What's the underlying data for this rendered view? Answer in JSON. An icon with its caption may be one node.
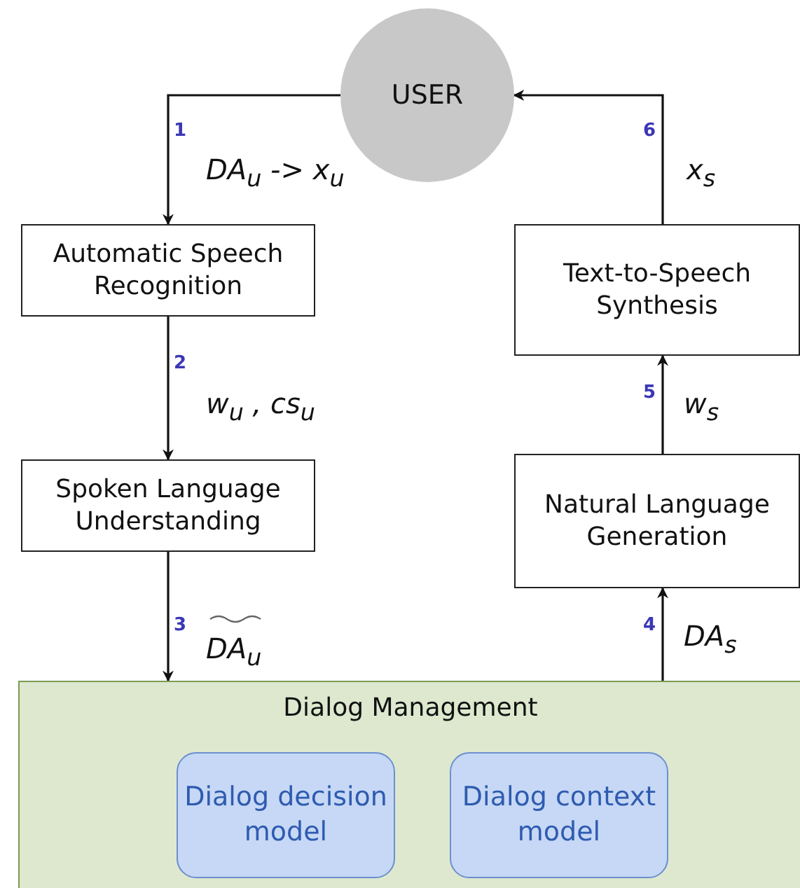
{
  "diagram": {
    "nodes": [
      {
        "text": [
          "USER"
        ]
      },
      {
        "text": [
          "Automatic Speech Recognition"
        ]
      },
      {
        "text": [
          "Spoken Language Understanding"
        ]
      },
      {
        "text": [
          "Dialog Management"
        ]
      },
      {
        "text": [
          "Dialog decision model"
        ],
        "in": 3
      },
      {
        "text": [
          "Dialog context model"
        ],
        "in": 3
      },
      {
        "text": [
          "Natural Language Generation"
        ]
      },
      {
        "text": [
          "Text-to-Speech Synthesis"
        ]
      }
    ],
    "edges": [
      {
        "from": 0,
        "to": 1,
        "arrow": "to",
        "label": "DA$_{u}$ -> x$_{u}$"
      },
      {
        "from": 1,
        "to": 2,
        "arrow": "to",
        "label": "w$_{u}$ , cs$_{u}$"
      },
      {
        "from": 2,
        "to": 3,
        "arrow": "to",
        "label": "DA$_{u}$"
      },
      {
        "from": 3,
        "to": 6,
        "arrow": "to",
        "label": "DA$_{s}$"
      },
      {
        "from": 6,
        "to": 7,
        "arrow": "to",
        "label": "w$_{s}$"
      },
      {
        "from": 7,
        "to": 0,
        "arrow": "to",
        "label": "x$_{s}$"
      }
    ],
    "labels": [
      "1",
      "6",
      "2",
      "5",
      "3",
      "4"
    ]
  }
}
